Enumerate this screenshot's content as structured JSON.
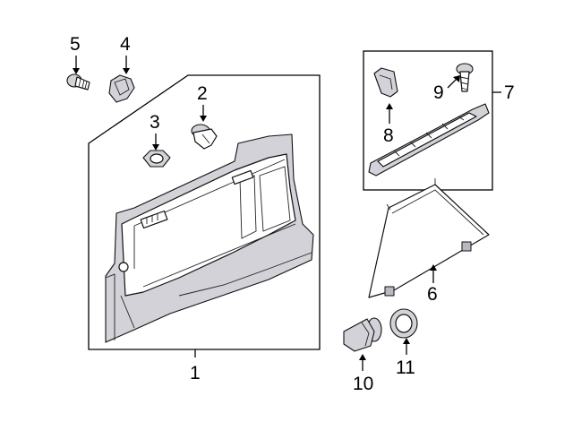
{
  "callouts": {
    "c1": "1",
    "c2": "2",
    "c3": "3",
    "c4": "4",
    "c5": "5",
    "c6": "6",
    "c7": "7",
    "c8": "8",
    "c9": "9",
    "c10": "10",
    "c11": "11"
  },
  "colors": {
    "ink": "#000000",
    "trim_fill": "#d2d2d8",
    "background": "#ffffff"
  }
}
